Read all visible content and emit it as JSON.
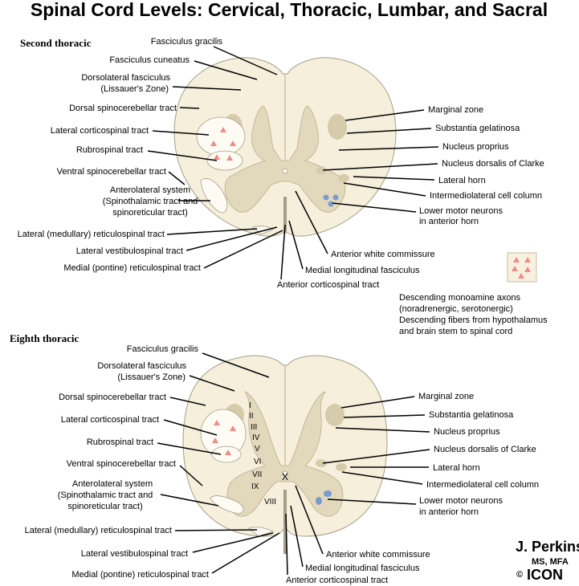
{
  "title": "Spinal Cord Levels: Cervical, Thoracic, Lumbar, and Sacral",
  "upper": {
    "heading": "Second thoracic",
    "labels": {
      "fasciculus_gracilis": "Fasciculus gracilis",
      "fasciculus_cuneatus": "Fasciculus cuneatus",
      "dorsolateral_1": "Dorsolateral fasciculus",
      "dorsolateral_2": "(Lissauer's Zone)",
      "dorsal_spinocerebellar": "Dorsal spinocerebellar tract",
      "lateral_corticospinal": "Lateral corticospinal tract",
      "rubrospinal": "Rubrospinal tract",
      "ventral_spinocerebellar": "Ventral spinocerebellar tract",
      "anterolateral_1": "Anterolateral system",
      "anterolateral_2": "(Spinothalamic tract and",
      "anterolateral_3": "spinoreticular tract)",
      "lateral_reticulospinal": "Lateral (medullary) reticulospinal tract",
      "lateral_vestibulospinal": "Lateral vestibulospinal tract",
      "medial_reticulospinal": "Medial (pontine) reticulospinal tract",
      "marginal_zone": "Marginal zone",
      "substantia_gelatinosa": "Substantia gelatinosa",
      "nucleus_proprius": "Nucleus proprius",
      "nucleus_dorsalis": "Nucleus dorsalis of Clarke",
      "lateral_horn": "Lateral horn",
      "intermediolateral": "Intermediolateral cell column",
      "lower_motor_1": "Lower motor neurons",
      "lower_motor_2": "in anterior horn",
      "anterior_white_commissure": "Anterior white commissure",
      "medial_longitudinal": "Medial longitudinal fasciculus",
      "anterior_corticospinal": "Anterior corticospinal tract"
    }
  },
  "legend": {
    "line1": "Descending monoamine axons",
    "line2": "(noradrenergic, serotonergic)",
    "line3": "Descending fibers from hypothalamus",
    "line4": "and brain stem to spinal cord"
  },
  "lower": {
    "heading": "Eighth thoracic",
    "labels": {
      "fasciculus_gracilis": "Fasciculus gracilis",
      "dorsolateral_1": "Dorsolateral fasciculus",
      "dorsolateral_2": "(Lissauer's Zone)",
      "dorsal_spinocerebellar": "Dorsal spinocerebellar tract",
      "lateral_corticospinal": "Lateral corticospinal tract",
      "rubrospinal": "Rubrospinal tract",
      "ventral_spinocerebellar": "Ventral spinocerebellar tract",
      "anterolateral_1": "Anterolateral system",
      "anterolateral_2": "(Spinothalamic tract and",
      "anterolateral_3": "spinoreticular tract)",
      "lateral_reticulospinal": "Lateral (medullary) reticulospinal tract",
      "lateral_vestibulospinal": "Lateral vestibulospinal tract",
      "medial_reticulospinal": "Medial (pontine) reticulospinal tract",
      "marginal_zone": "Marginal zone",
      "substantia_gelatinosa": "Substantia gelatinosa",
      "nucleus_proprius": "Nucleus proprius",
      "nucleus_dorsalis": "Nucleus dorsalis of Clarke",
      "lateral_horn": "Lateral horn",
      "intermediolateral": "Intermediolateral cell column",
      "lower_motor_1": "Lower motor neurons",
      "lower_motor_2": "in anterior horn",
      "anterior_white_commissure": "Anterior white commissure",
      "medial_longitudinal": "Medial longitudinal fasciculus",
      "anterior_corticospinal": "Anterior corticospinal tract"
    },
    "laminae": [
      "I",
      "II",
      "III",
      "IV",
      "V",
      "VI",
      "VII",
      "IX",
      "VIII",
      "X"
    ]
  },
  "signature": {
    "name": "J. Perkins",
    "degree": "MS, MFA",
    "copyright": "©",
    "brand": "ICON"
  },
  "colors": {
    "white_matter": "#f6efdc",
    "grey_matter": "#e2d8bc",
    "descending_fibers_marker": "#f08c86",
    "motor_neurons": "#7b9ad0"
  }
}
